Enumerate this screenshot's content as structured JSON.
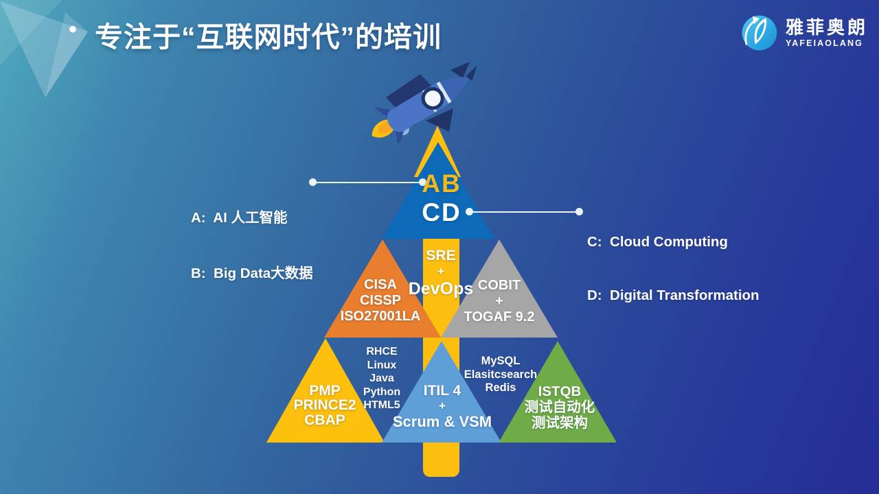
{
  "title": {
    "bullet": "•",
    "text": "专注于“互联网时代”的培训"
  },
  "logo": {
    "name_cn": "雅菲奥朗",
    "name_en": "YAFEIAOLANG"
  },
  "callouts": {
    "left": {
      "line1": "A:  AI 人工智能",
      "line2": "B:  Big Data大数据"
    },
    "right": {
      "line1": "C:  Cloud Computing",
      "line2": "D:  Digital Transformation"
    }
  },
  "pyramid": {
    "top": {
      "line1": "AB",
      "line2": "CD"
    },
    "sre": {
      "line1": "SRE",
      "line2": "+",
      "line3": "DevOps"
    },
    "security": {
      "line1": "CISA",
      "line2": "CISSP",
      "line3": "ISO27001LA"
    },
    "governance": {
      "line1": "COBIT",
      "line2": "+",
      "line3": "TOGAF 9.2"
    },
    "devstack": {
      "line1": "RHCE",
      "line2": "Linux",
      "line3": "Java",
      "line4": "Python",
      "line5": "HTML5"
    },
    "pm": {
      "line1": "PMP",
      "line2": "PRINCE2",
      "line3": "CBAP"
    },
    "itil": {
      "line1": "ITIL 4",
      "line2": "+",
      "line3": "Scrum & VSM"
    },
    "data": {
      "line1": "MySQL",
      "line2": "Elasitcsearch",
      "line3": "Redis"
    },
    "testing": {
      "line1": "ISTQB",
      "line2": "测试自动化",
      "line3": "测试架构"
    }
  },
  "colors": {
    "background_top_left": "#4FA8BE",
    "background_bottom_right": "#252E94",
    "tree_gold": "#FDBF0F",
    "top_triangle_blue": "#0C6AB8",
    "orange_triangle": "#E87E2E",
    "gray_triangle": "#A6A6A6",
    "gold_triangle": "#FDC00C",
    "light_blue_triangle": "#5F9FD8",
    "green_triangle": "#6FAC47",
    "ab_text_gold": "#F3B81C",
    "text_white": "#FFFFFF",
    "logo_blue": "#1590D6"
  }
}
